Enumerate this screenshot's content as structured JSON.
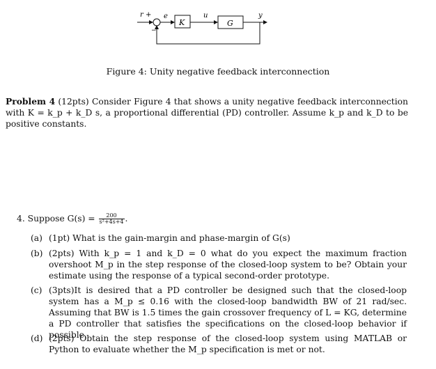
{
  "diagram": {
    "r": "r",
    "plus": "+",
    "minus": "−",
    "e": "e",
    "k_block": "K",
    "u": "u",
    "g_block": "G",
    "y": "y"
  },
  "caption": "Figure 4: Unity negative feedback interconnection",
  "problem": {
    "heading": "Problem 4",
    "points": "(12pts)",
    "text_1": "Consider Figure 4 that shows a unity negative feedback interconnection with",
    "text_2": "K = k_p + k_D s, a proportional differential (PD) controller. Assume k_p and k_D to be positive constants."
  },
  "question": {
    "number": "4.",
    "lead": "Suppose G(s) =",
    "frac_num": "200",
    "frac_den": "s²+4s+4",
    "trail": "."
  },
  "parts": [
    {
      "label": "(a)",
      "text": "(1pt) What is the gain-margin and phase-margin of G(s)"
    },
    {
      "label": "(b)",
      "text": "(2pts) With k_p = 1 and k_D = 0 what do you expect the maximum fraction overshoot M_p in the step response of the closed-loop system to be? Obtain your estimate using the response of a typical second-order prototype."
    },
    {
      "label": "(c)",
      "text": "(3pts)It is desired that a PD controller be designed such that the closed-loop system has a M_p ≤ 0.16 with the closed-loop bandwidth BW of 21 rad/sec. Assuming that BW is 1.5 times the gain crossover frequency of L = KG, determine a PD controller that satisfies the specifications on the closed-loop behavior if possible."
    },
    {
      "label": "(d)",
      "text": "(2pts) Obtain the step response of the closed-loop system using MATLAB or Python to evaluate whether the M_p specification is met or not."
    }
  ]
}
